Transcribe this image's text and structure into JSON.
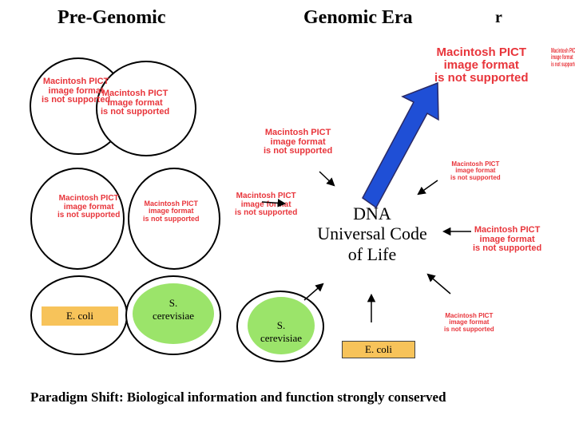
{
  "headings": {
    "pre_genomic": "Pre-Genomic",
    "genomic_era": "Genomic Era",
    "stray_char": "r"
  },
  "pict_placeholder": {
    "line1": "Macintosh PICT",
    "line2": "image format",
    "line3": "is not supported",
    "line2_alt": "Image format"
  },
  "organisms": {
    "e_coli": "E. coli",
    "s_cerevisiae_line1": "S.",
    "s_cerevisiae_line2": "cerevisiae"
  },
  "center": {
    "line1": "DNA",
    "line2": "Universal Code",
    "line3": "of Life"
  },
  "caption": "Paradigm Shift:  Biological information and function strongly conserved",
  "colors": {
    "pict_red": "#e8353b",
    "arrow_blue": "#1f4fd6",
    "ecoli_box": "#f7c35a"
  }
}
